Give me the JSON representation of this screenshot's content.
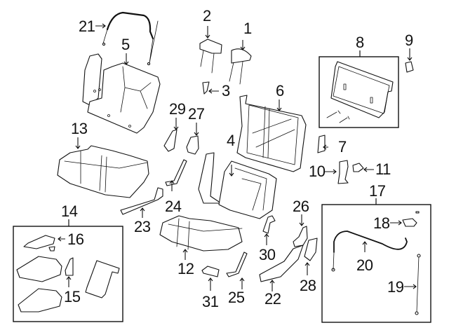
{
  "diagram": {
    "title": "Rear seat components exploded parts diagram",
    "background": "#ffffff",
    "line_color": "#111111",
    "callouts": [
      {
        "id": "1",
        "part": "headrest-right"
      },
      {
        "id": "2",
        "part": "headrest-left"
      },
      {
        "id": "3",
        "part": "headrest-guide"
      },
      {
        "id": "4",
        "part": "seat-back-right"
      },
      {
        "id": "5",
        "part": "seat-back-left"
      },
      {
        "id": "6",
        "part": "seat-back-frame"
      },
      {
        "id": "7",
        "part": "bracket-plate"
      },
      {
        "id": "8",
        "part": "back-panel-kit"
      },
      {
        "id": "9",
        "part": "clip"
      },
      {
        "id": "10",
        "part": "hinge-cover"
      },
      {
        "id": "11",
        "part": "bumper"
      },
      {
        "id": "12",
        "part": "seat-cushion-right"
      },
      {
        "id": "13",
        "part": "seat-cushion-left"
      },
      {
        "id": "14",
        "part": "armrest-kit"
      },
      {
        "id": "15",
        "part": "armrest-trim"
      },
      {
        "id": "16",
        "part": "armrest-lid"
      },
      {
        "id": "17",
        "part": "cable-kit"
      },
      {
        "id": "18",
        "part": "release-handle"
      },
      {
        "id": "19",
        "part": "release-cable-short"
      },
      {
        "id": "20",
        "part": "release-cable-long"
      },
      {
        "id": "21",
        "part": "release-cable-upper"
      },
      {
        "id": "22",
        "part": "side-trim"
      },
      {
        "id": "23",
        "part": "cushion-trim-left"
      },
      {
        "id": "24",
        "part": "trim-strip"
      },
      {
        "id": "25",
        "part": "trim-strip-lower"
      },
      {
        "id": "26",
        "part": "latch-cover"
      },
      {
        "id": "27",
        "part": "latch-bracket"
      },
      {
        "id": "28",
        "part": "hinge-trim"
      },
      {
        "id": "29",
        "part": "belt-guide"
      },
      {
        "id": "30",
        "part": "belt-guide-right"
      },
      {
        "id": "31",
        "part": "storage-tray"
      }
    ]
  }
}
